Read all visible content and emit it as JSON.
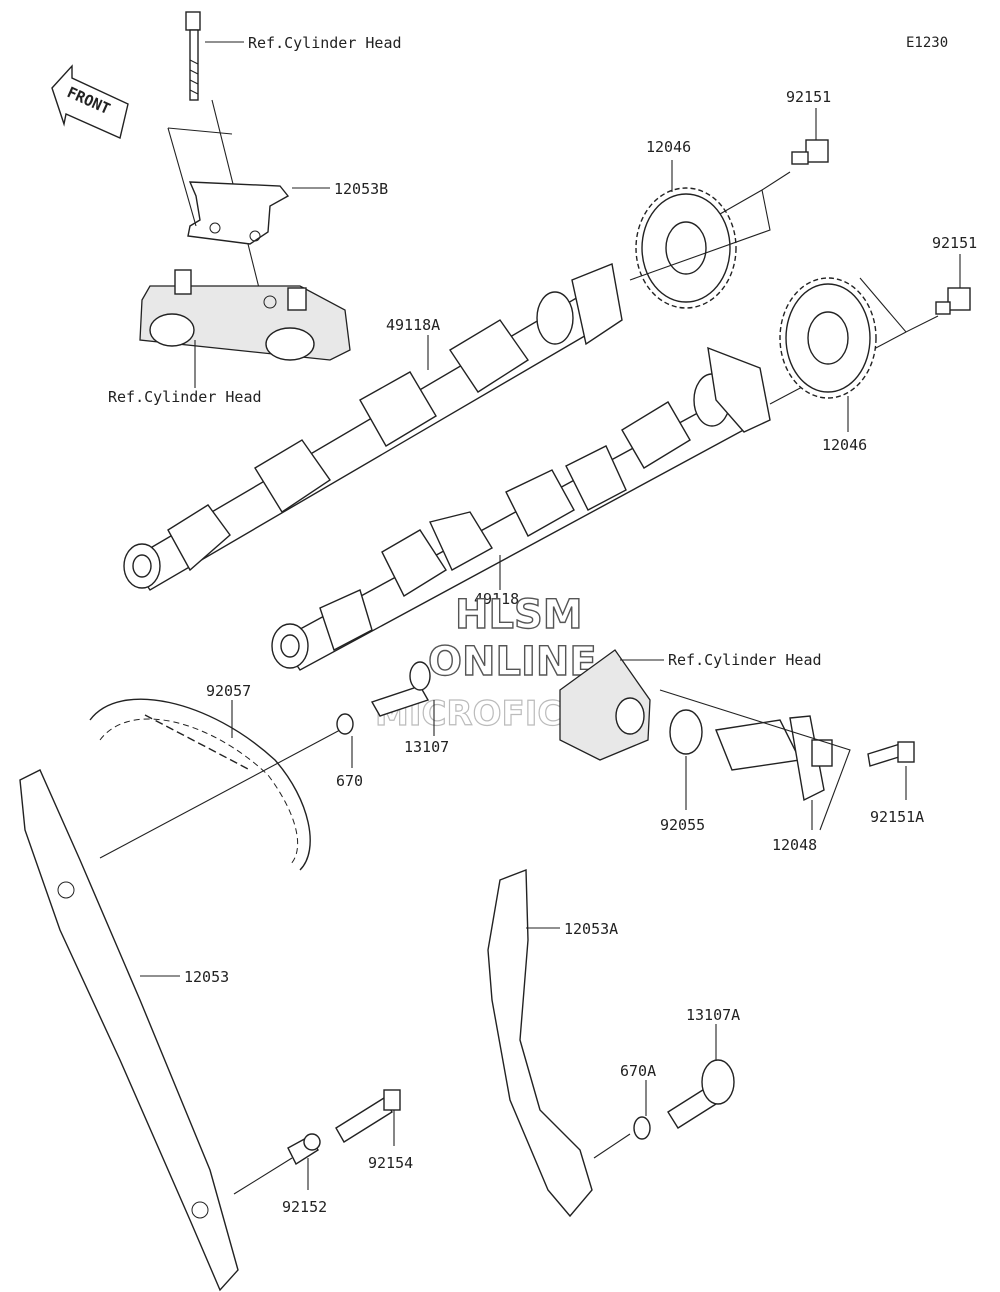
{
  "diagram_code": "E1230",
  "front_arrow_label": "FRONT",
  "watermark": {
    "line1": "HLSM",
    "line2": "ONLINE",
    "line3": "MICROFICHE"
  },
  "callouts": {
    "ref_cyl_head_top": "Ref.Cylinder Head",
    "ref_cyl_head_mid": "Ref.Cylinder Head",
    "ref_cyl_head_right": "Ref.Cylinder Head",
    "p12053B": "12053B",
    "p92151_top": "92151",
    "p12046_top": "12046",
    "p92151_right": "92151",
    "p49118A": "49118A",
    "p12046_right": "12046",
    "p49118": "49118",
    "p92057": "92057",
    "p670": "670",
    "p13107": "13107",
    "p92055": "92055",
    "p12048": "12048",
    "p92151A": "92151A",
    "p12053": "12053",
    "p12053A": "12053A",
    "p13107A": "13107A",
    "p670A": "670A",
    "p92154": "92154",
    "p92152": "92152"
  }
}
